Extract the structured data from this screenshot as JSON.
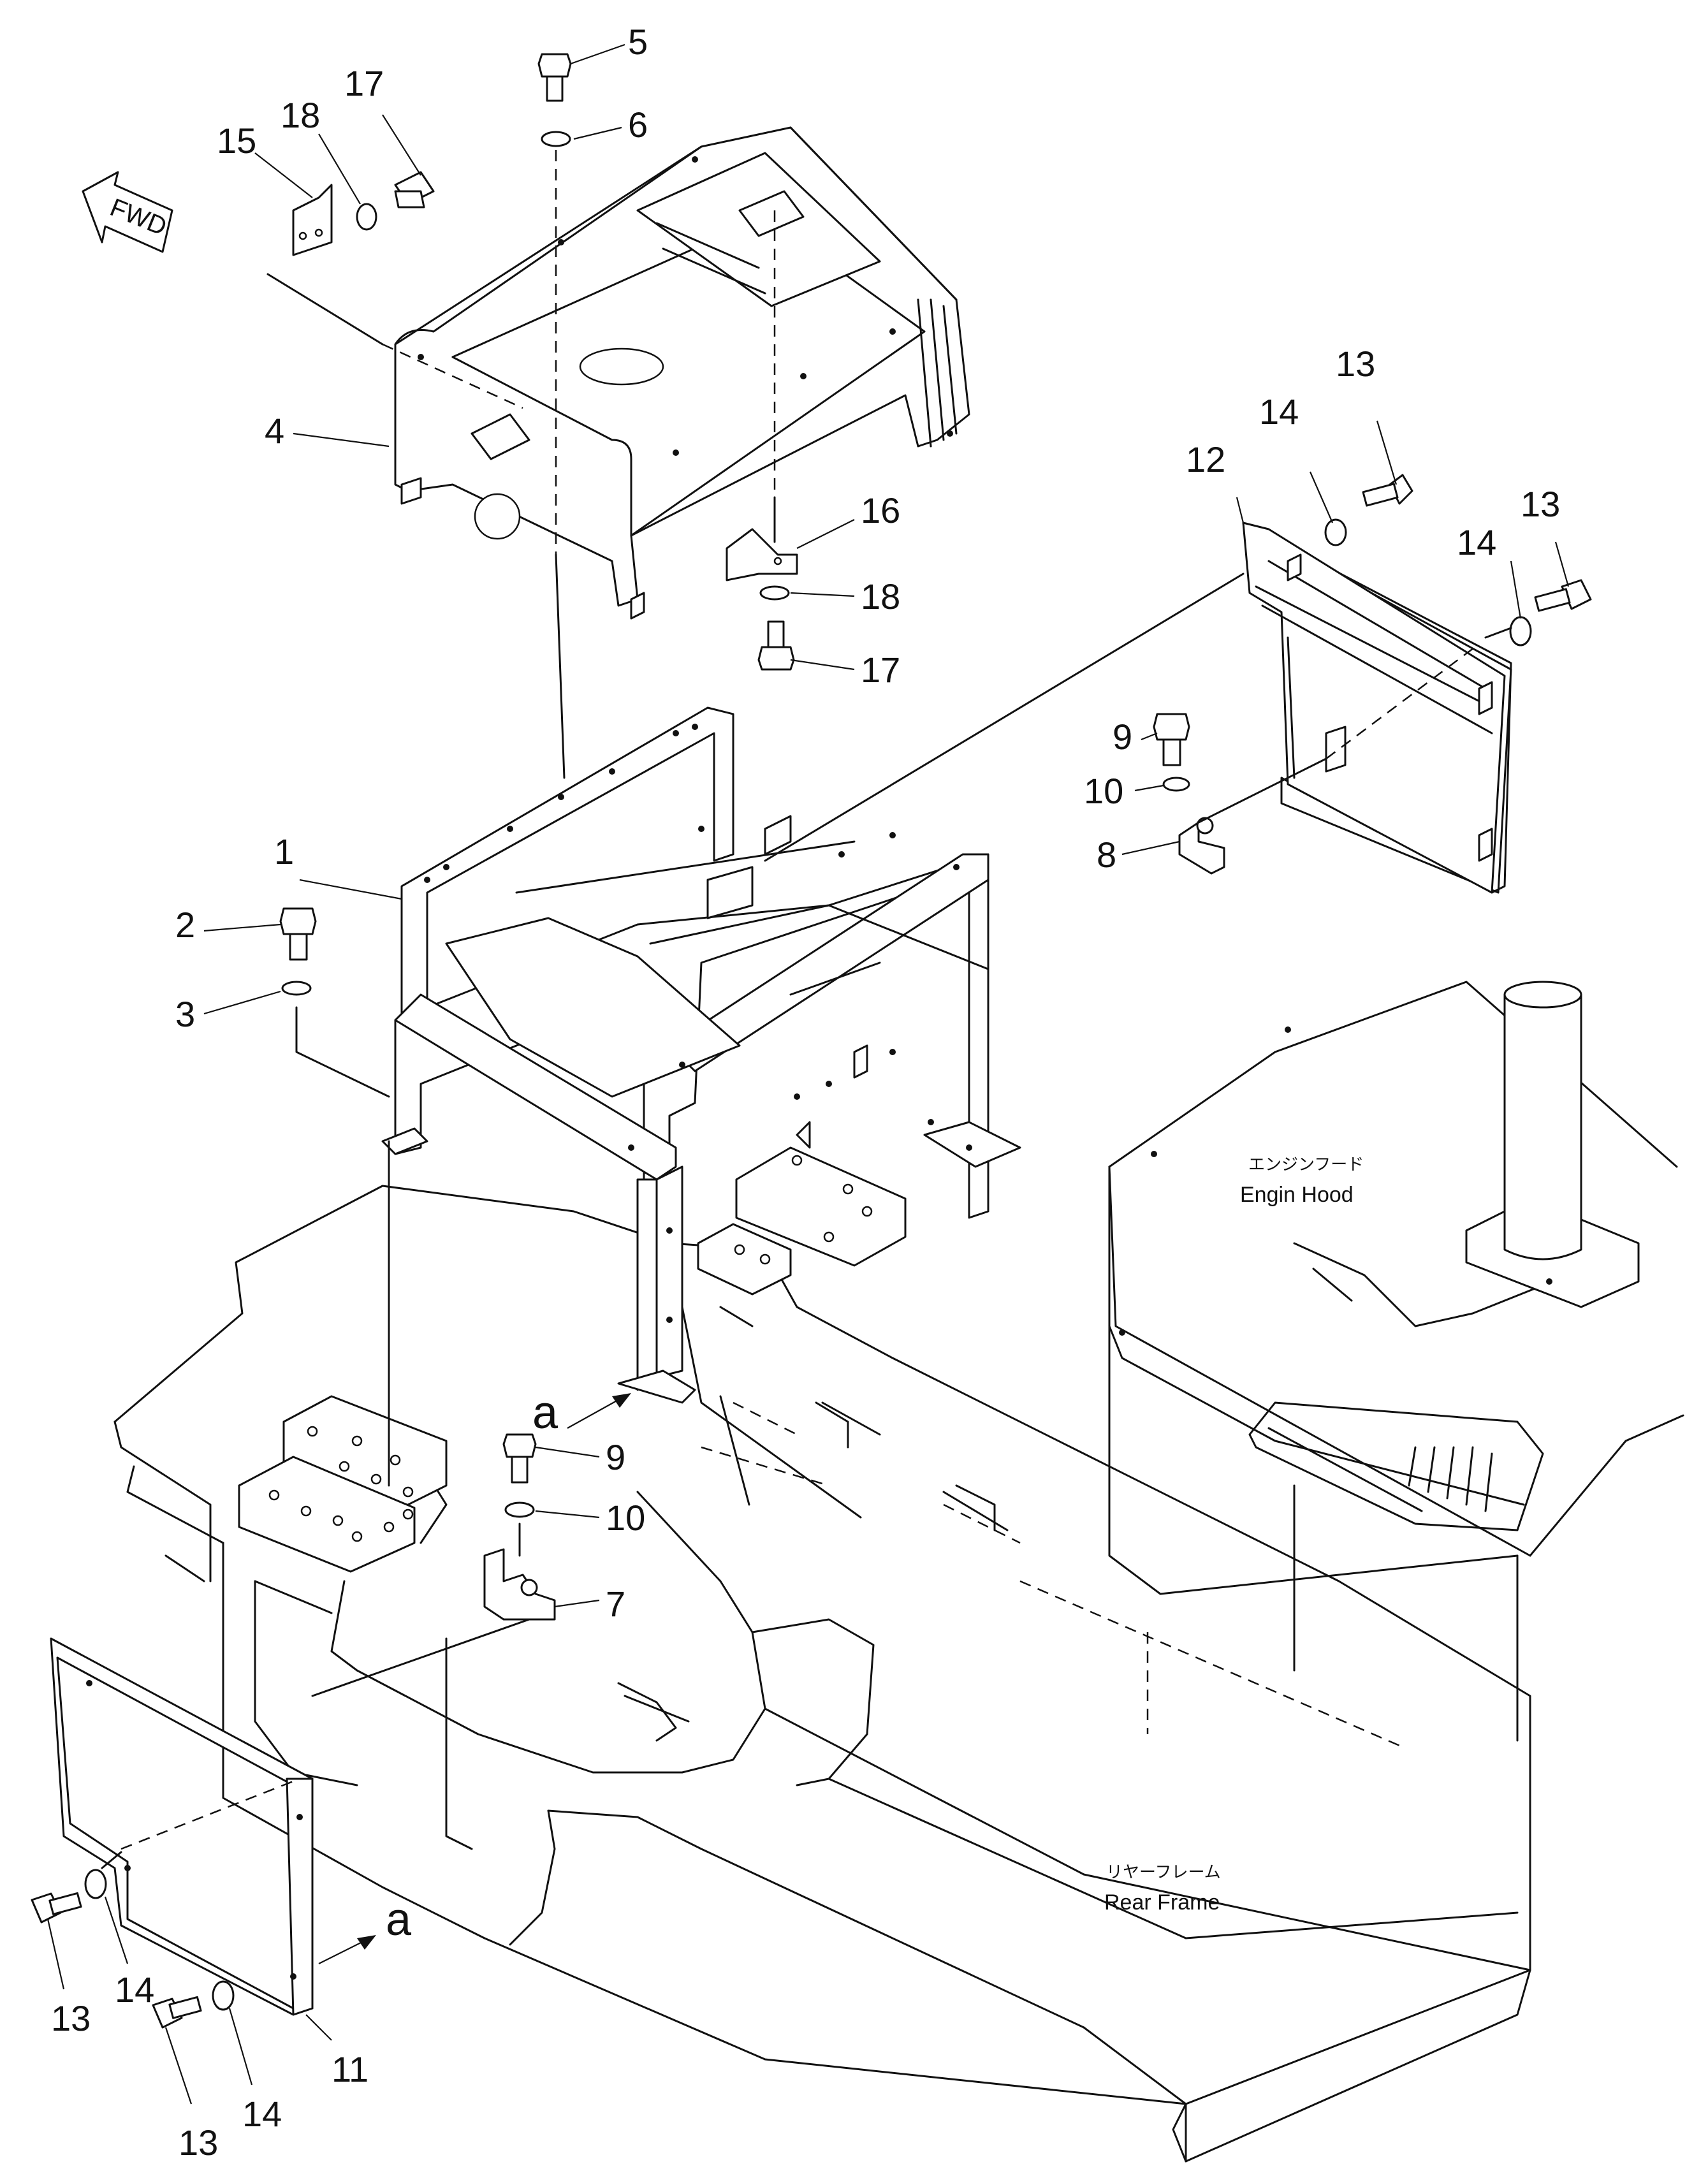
{
  "fwd_label": "FWD",
  "callouts": [
    {
      "id": "c1",
      "text": "1"
    },
    {
      "id": "c2",
      "text": "2"
    },
    {
      "id": "c3",
      "text": "3"
    },
    {
      "id": "c4",
      "text": "4"
    },
    {
      "id": "c5",
      "text": "5"
    },
    {
      "id": "c6",
      "text": "6"
    },
    {
      "id": "c7",
      "text": "7"
    },
    {
      "id": "c8",
      "text": "8"
    },
    {
      "id": "c9a",
      "text": "9"
    },
    {
      "id": "c9b",
      "text": "9"
    },
    {
      "id": "c10a",
      "text": "10"
    },
    {
      "id": "c10b",
      "text": "10"
    },
    {
      "id": "c11",
      "text": "11"
    },
    {
      "id": "c12",
      "text": "12"
    },
    {
      "id": "c13a",
      "text": "13"
    },
    {
      "id": "c13b",
      "text": "13"
    },
    {
      "id": "c13c",
      "text": "13"
    },
    {
      "id": "c13d",
      "text": "13"
    },
    {
      "id": "c14a",
      "text": "14"
    },
    {
      "id": "c14b",
      "text": "14"
    },
    {
      "id": "c14c",
      "text": "14"
    },
    {
      "id": "c14d",
      "text": "14"
    },
    {
      "id": "c15",
      "text": "15"
    },
    {
      "id": "c16",
      "text": "16"
    },
    {
      "id": "c17a",
      "text": "17"
    },
    {
      "id": "c17b",
      "text": "17"
    },
    {
      "id": "c18a",
      "text": "18"
    },
    {
      "id": "c18b",
      "text": "18"
    }
  ],
  "view_marks": {
    "a1": "a",
    "a2": "a"
  },
  "labels": {
    "engine_hood_jp": "エンジンフード",
    "engine_hood": "Engin Hood",
    "rear_frame_jp": "リヤーフレーム",
    "rear_frame": "Rear Frame"
  }
}
